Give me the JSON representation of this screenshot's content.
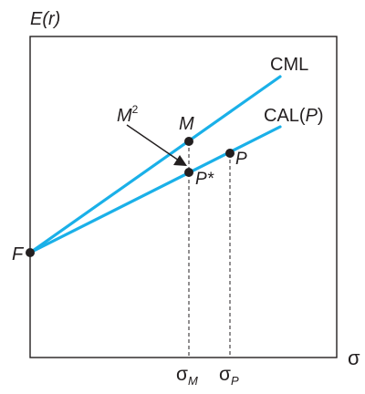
{
  "axes": {
    "y_label": "E(r)",
    "x_label": "σ"
  },
  "lines": {
    "cml_label": "CML",
    "cal_label_prefix": "CAL(",
    "cal_label_var": "P",
    "cal_label_suffix": ")"
  },
  "points": {
    "f": "F",
    "m": "M",
    "p": "P",
    "p_star": "P*"
  },
  "annotation": {
    "m2_base": "M",
    "m2_exp": "2"
  },
  "ticks": {
    "sigma_m_symbol": "σ",
    "sigma_m_sub": "M",
    "sigma_p_symbol": "σ",
    "sigma_p_sub": "P"
  },
  "colors": {
    "line": "#1ab0e8",
    "ink": "#231f20",
    "frame": "#231f20"
  }
}
